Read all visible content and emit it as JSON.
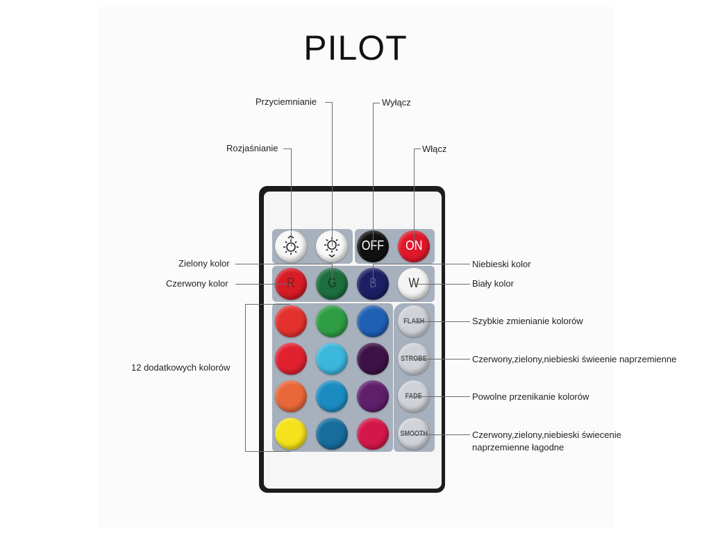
{
  "title": "PILOT",
  "labels": {
    "przyciemnianie": "Przyciemnianie",
    "wylacz": "Wyłącz",
    "rozjasnianie": "Rozjaśnianie",
    "wlacz": "Włącz",
    "zielony": "Zielony kolor",
    "niebieski": "Niebieski kolor",
    "czerwony": "Czerwony kolor",
    "bialy": "Biały kolor",
    "dodatkowe": "12 dodatkowych kolorów",
    "flash": "Szybkie zmienianie kolorów",
    "strobe": "Czerwony,zielony,niebieski świeenie naprzemienne",
    "fade": "Powolne przenikanie kolorów",
    "smooth": "Czerwony,zielony,niebieski świecenie naprzemienne łagodne"
  },
  "buttons": {
    "off": "OFF",
    "on": "ON",
    "r": "R",
    "g": "G",
    "b": "B",
    "w": "W",
    "flash": "FLASH",
    "strobe": "STROBE",
    "fade": "FADE",
    "smooth": "SMOOTH"
  },
  "icons": {
    "brighten": "sun-up-icon",
    "dim": "sun-down-icon"
  },
  "colors": {
    "off": "#111111",
    "on": "#e0182a",
    "r": "#d51c27",
    "g": "#1d6e3e",
    "b": "#1c1f63",
    "w": "#f4f4f4",
    "grid": [
      [
        "#e3322e",
        "#2f9d43",
        "#1f5fb4"
      ],
      [
        "#e2212f",
        "#3bb6dc",
        "#3c1247"
      ],
      [
        "#e8683a",
        "#1b8cc1",
        "#5f1f6a"
      ],
      [
        "#f5e21b",
        "#176d9c",
        "#d4174a"
      ]
    ],
    "func": "#cfd2d8",
    "panel": "#a7b0bd"
  }
}
